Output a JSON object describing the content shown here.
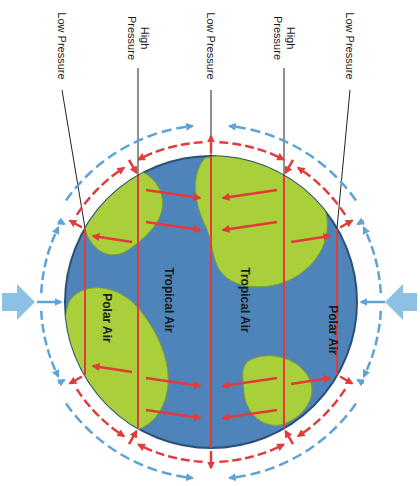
{
  "diagram": {
    "labels": [
      "Low Pressure",
      "High Pressure",
      "Low Pressure",
      "High Pressure",
      "Low Pressure",
      "Polar Air",
      "Tropical Air",
      "Tropical Air",
      "Polar Air"
    ]
  }
}
